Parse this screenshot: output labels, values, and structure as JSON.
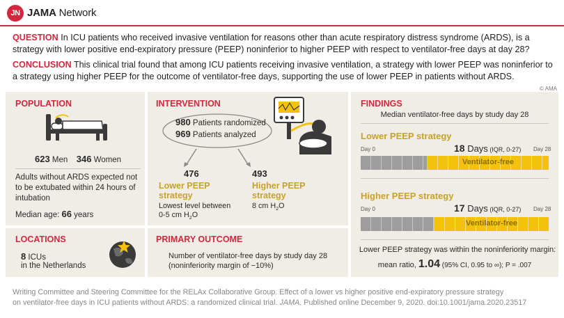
{
  "brand": {
    "badge": "JN",
    "name_bold": "JAMA",
    "name_rest": " Network"
  },
  "question": {
    "label": "QUESTION",
    "text": " In ICU patients who received invasive ventilation for reasons other than acute respiratory distress syndrome (ARDS), is a strategy with lower positive end-expiratory pressure (PEEP) noninferior to higher PEEP with respect to ventilator-free days at day 28?"
  },
  "conclusion": {
    "label": "CONCLUSION",
    "text": " This clinical trial found that among ICU patients receiving invasive ventilation, a strategy with lower PEEP was noninferior to a strategy using higher PEEP for the outcome of ventilator-free days, supporting the use of lower PEEP in patients without ARDS."
  },
  "copyright": "© AMA",
  "population": {
    "title": "POPULATION",
    "men_count": "623",
    "men_label": " Men",
    "women_count": "346",
    "women_label": " Women",
    "description": "Adults without ARDS expected not to be extubated within 24 hours of intubation",
    "median_age_label": "Median age: ",
    "median_age_value": "66",
    "median_age_unit": " years"
  },
  "locations": {
    "title": "LOCATIONS",
    "count": "8",
    "count_label": " ICUs",
    "region": "in the Netherlands"
  },
  "intervention": {
    "title": "INTERVENTION",
    "randomized_count": "980",
    "randomized_label": " Patients randomized",
    "analyzed_count": "969",
    "analyzed_label": " Patients analyzed",
    "arm1_count": "476",
    "arm1_name": "Lower PEEP strategy",
    "arm1_desc_1": "Lowest level between",
    "arm1_desc_2": "0-5 cm H",
    "arm1_desc_sub": "2",
    "arm1_desc_3": "O",
    "arm2_count": "493",
    "arm2_name": "Higher PEEP strategy",
    "arm2_desc_1": "8 cm H",
    "arm2_desc_sub": "2",
    "arm2_desc_2": "O"
  },
  "primary_outcome": {
    "title": "PRIMARY OUTCOME",
    "text_1": "Number of ventilator-free days by study day 28",
    "text_2": "(noninferiority margin of −10%)"
  },
  "findings": {
    "title": "FINDINGS",
    "subtitle": "Median ventilator-free days by study day 28",
    "day_start_label": "Day 0",
    "day_end_label": "Day 28",
    "bar_label": "Ventilator-free",
    "arms": [
      {
        "name": "Lower PEEP strategy",
        "days": "18",
        "days_unit": " Days",
        "iqr": " (IQR, 0-27)",
        "ventilator_free_days": 18,
        "total_days": 28
      },
      {
        "name": "Higher PEEP strategy",
        "days": "17",
        "days_unit": " Days",
        "iqr": " (IQR, 0-27)",
        "ventilator_free_days": 17,
        "total_days": 28
      }
    ],
    "margin_text": "Lower PEEP strategy was within the noninferiority margin:",
    "ratio_label": "mean ratio, ",
    "ratio_value": "1.04",
    "ratio_ci": " (95% CI, 0.95 to ∞); P = .007"
  },
  "footer": {
    "citation_1": "Writing Committee and Steering Committee for the RELAx Collaborative Group. Effect of a lower vs higher positive end-expiratory pressure strategy",
    "citation_2a": "on ventilator-free days in ICU patients without ARDS: a randomized clinical trial. ",
    "journal": "JAMA",
    "citation_2b": ". Published online December 9, 2020. doi:10.1001/jama.2020.23517"
  },
  "colors": {
    "accent": "#d3273e",
    "gold": "#c9a227",
    "bar_gold": "#f4c20d",
    "bar_gray": "#9d9d9d",
    "panel": "#efede6"
  }
}
